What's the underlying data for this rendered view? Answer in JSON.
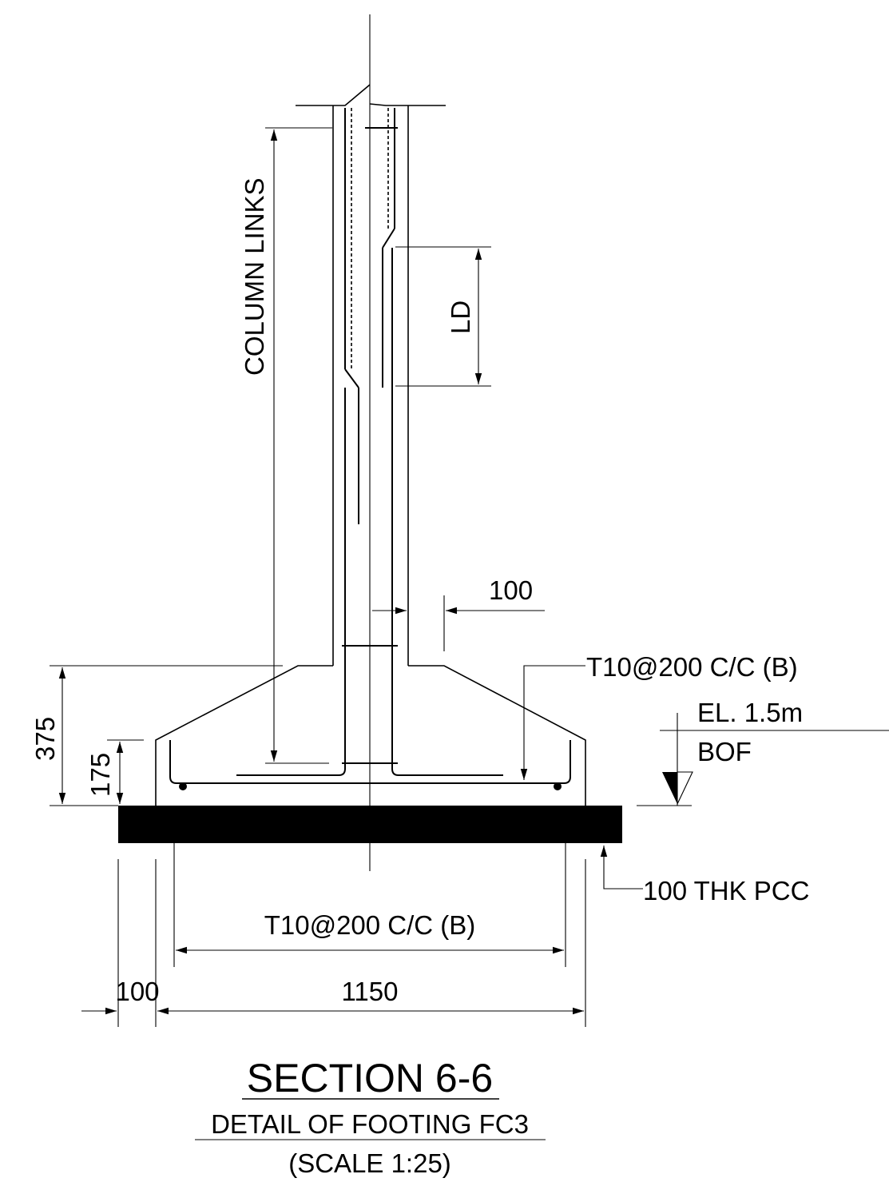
{
  "colors": {
    "ink": "#000000",
    "background": "#ffffff"
  },
  "labels": {
    "column_links": "COLUMN LINKS",
    "ld": "LD",
    "dim_100_cover": "100",
    "rebar_top_note": "T10@200 C/C (B)",
    "elevation": "EL. 1.5m",
    "bof": "BOF",
    "dim_375": "375",
    "dim_175": "175",
    "pcc_note": "100 THK PCC",
    "rebar_bottom_note": "T10@200 C/C (B)",
    "dim_100_left": "100",
    "dim_1150": "1150"
  },
  "title": {
    "main": "SECTION 6-6",
    "subtitle": "DETAIL OF FOOTING FC3",
    "scale": "(SCALE 1:25)"
  }
}
